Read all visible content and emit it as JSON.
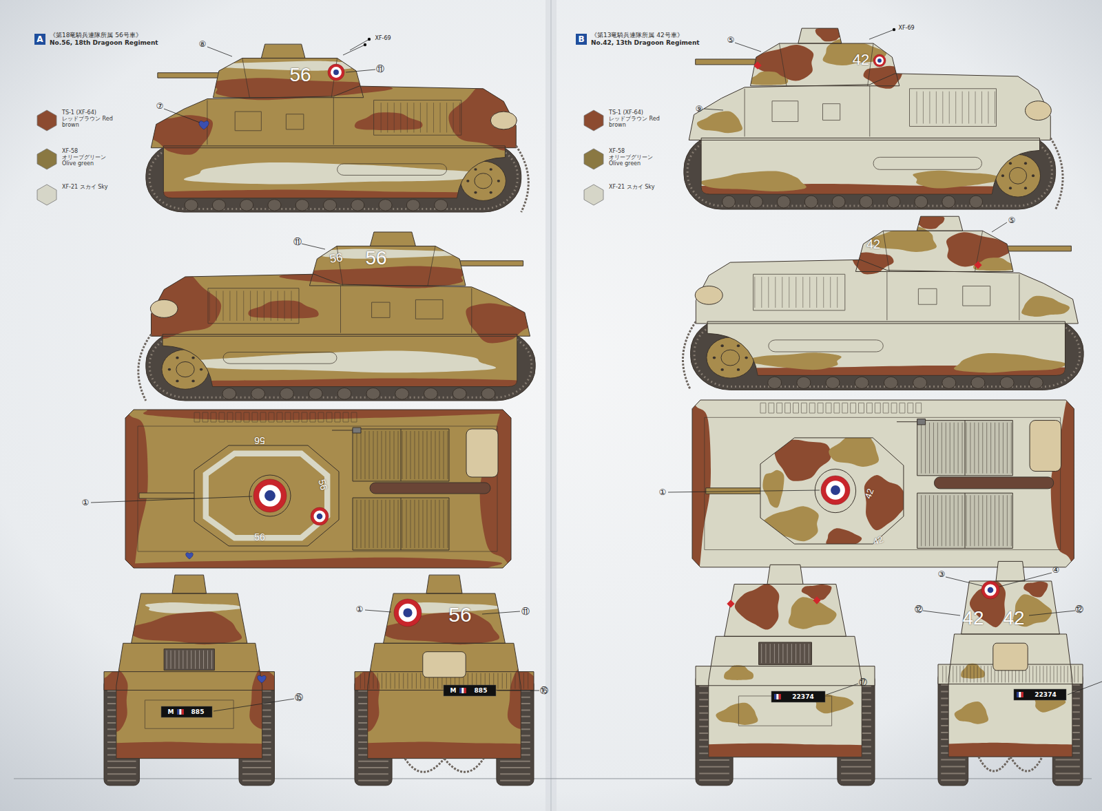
{
  "diagram": {
    "nodes": [
      {
        "text": [
          "A",
          "《第18竜騎兵連隊所属 56号車》",
          "No.56, 18th Dragoon Regiment"
        ]
      },
      {
        "text": [
          "B",
          "《第13竜騎兵連隊所属 42号車》",
          "No.42, 13th Dragoon Regiment"
        ]
      }
    ],
    "labels": [
      "⑧",
      "XF-69",
      "⑪",
      "56",
      "⑦",
      "⑪",
      "56",
      "56",
      "①",
      "56",
      "56",
      "56",
      "①",
      "56",
      "⑪",
      "M",
      "885",
      "⑮",
      "M",
      "885",
      "⑯",
      "⑤",
      "XF-69",
      "42",
      "⑨",
      "⑤",
      "42",
      "①",
      "42",
      "42",
      "⑰",
      "22374",
      "③",
      "④",
      "⑫",
      "42",
      "42",
      "⑫",
      "22374"
    ],
    "legend": [
      {
        "text": "TS-1 (XF-64) レッドブラウン Red brown",
        "color": "#8c4b30"
      },
      {
        "text": "XF-58 オリーブグリーン Olive green",
        "color": "#8a7842"
      },
      {
        "text": "XF-21 スカイ Sky",
        "color": "#d6d6c8"
      },
      {
        "text": "TS-1 (XF-64) レッドブラウン Red brown",
        "color": "#8c4b30"
      },
      {
        "text": "XF-58 オリーブグリーン Olive green",
        "color": "#8a7842"
      },
      {
        "text": "XF-21 スカイ Sky",
        "color": "#d6d6c8"
      }
    ]
  }
}
